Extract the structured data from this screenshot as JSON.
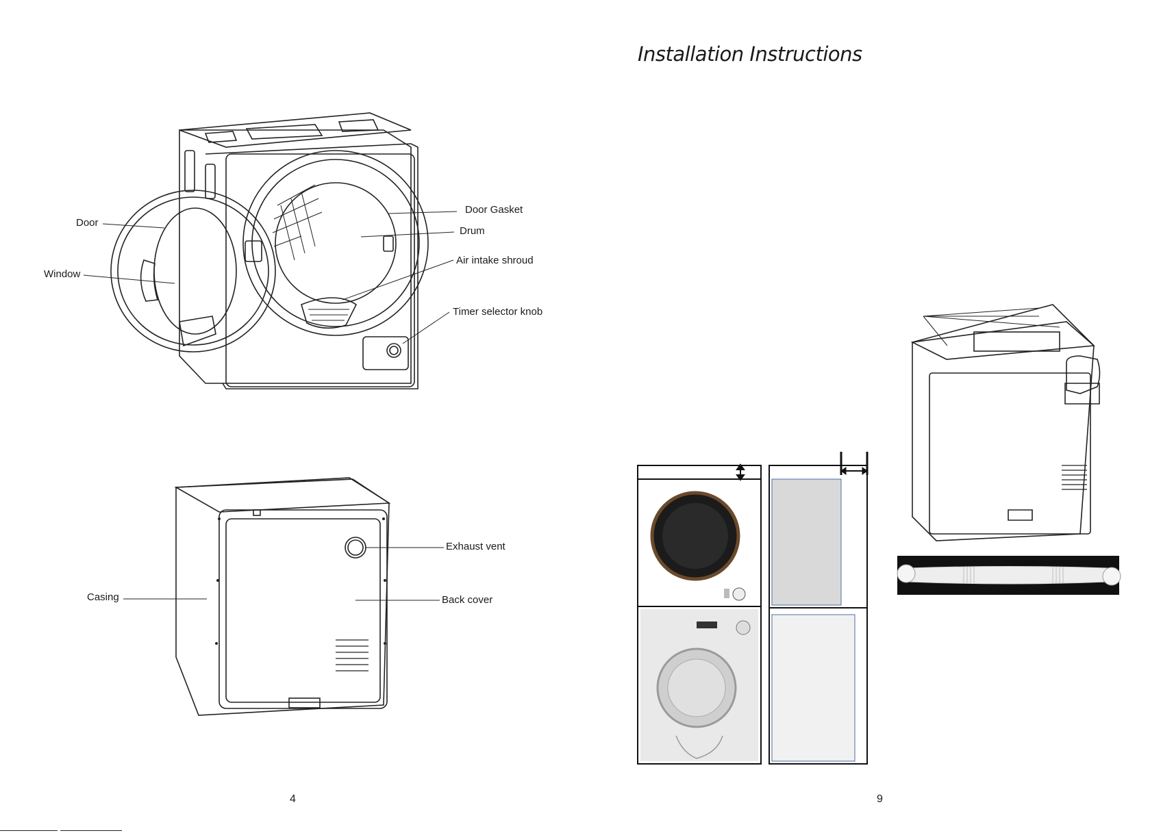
{
  "left_page": {
    "front_labels": {
      "door": "Door",
      "window": "Window",
      "door_gasket": "Door Gasket",
      "drum": "Drum",
      "air_intake": "Air intake shroud",
      "timer_knob": "Timer selector knob"
    },
    "back_labels": {
      "exhaust_vent": "Exhaust vent",
      "casing": "Casing",
      "back_cover": "Back cover"
    },
    "page_number": "4"
  },
  "right_page": {
    "title": "Installation Instructions",
    "page_number": "9"
  },
  "colors": {
    "line": "#222222",
    "panel_gray": "#d9d9d9",
    "panel_light": "#f1f1f1",
    "hose_bg": "#111111"
  }
}
